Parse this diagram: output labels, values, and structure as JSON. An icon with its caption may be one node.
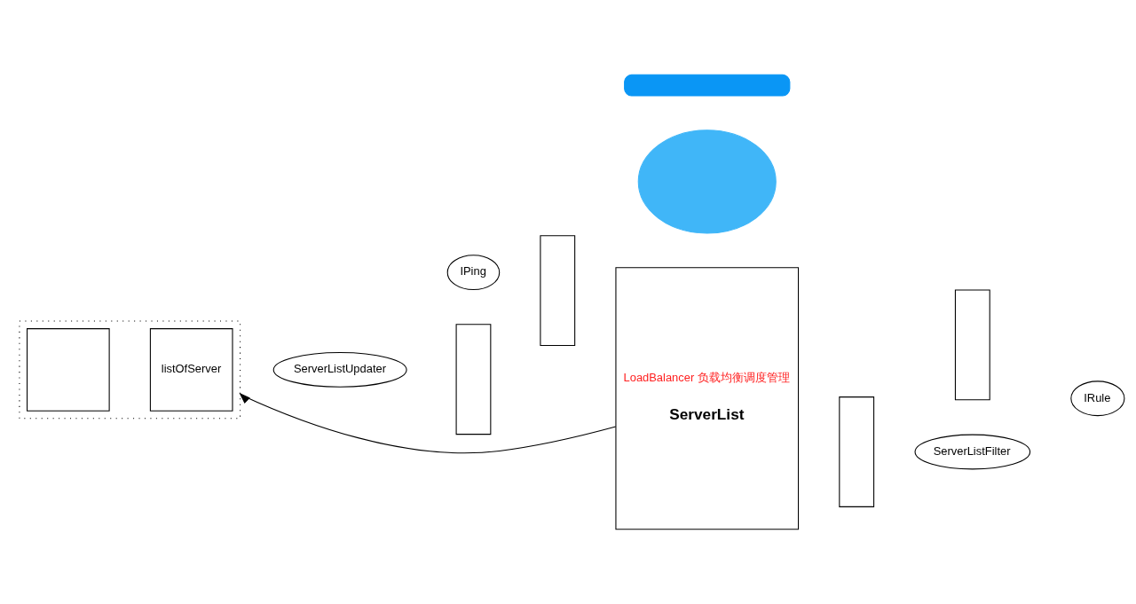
{
  "diagram": {
    "nodes": [
      {
        "text": [],
        "shape": "bubble"
      },
      {
        "text": [],
        "shape": "ellipse"
      },
      {
        "text": [
          "IPing"
        ]
      },
      {
        "text": [
          "IRule"
        ]
      },
      {
        "text": [],
        "shape": "bar"
      },
      {
        "text": [],
        "shape": "bar"
      },
      {
        "text": [
          "LoadBalancer 负载均衡调度管理",
          "ServerList"
        ]
      },
      {
        "text": [],
        "shape": "box"
      },
      {
        "text": [],
        "shape": "box",
        "in": 7
      },
      {
        "text": [
          "listOfServer"
        ],
        "in": 7
      },
      {
        "text": [
          "ServerListUpdater"
        ]
      },
      {
        "text": [],
        "shape": "bar"
      },
      {
        "text": [],
        "shape": "bar"
      },
      {
        "text": [
          "ServerListFilter"
        ]
      }
    ],
    "edges": [
      {
        "from": 6,
        "to": 9,
        "arrow": "to"
      }
    ]
  }
}
